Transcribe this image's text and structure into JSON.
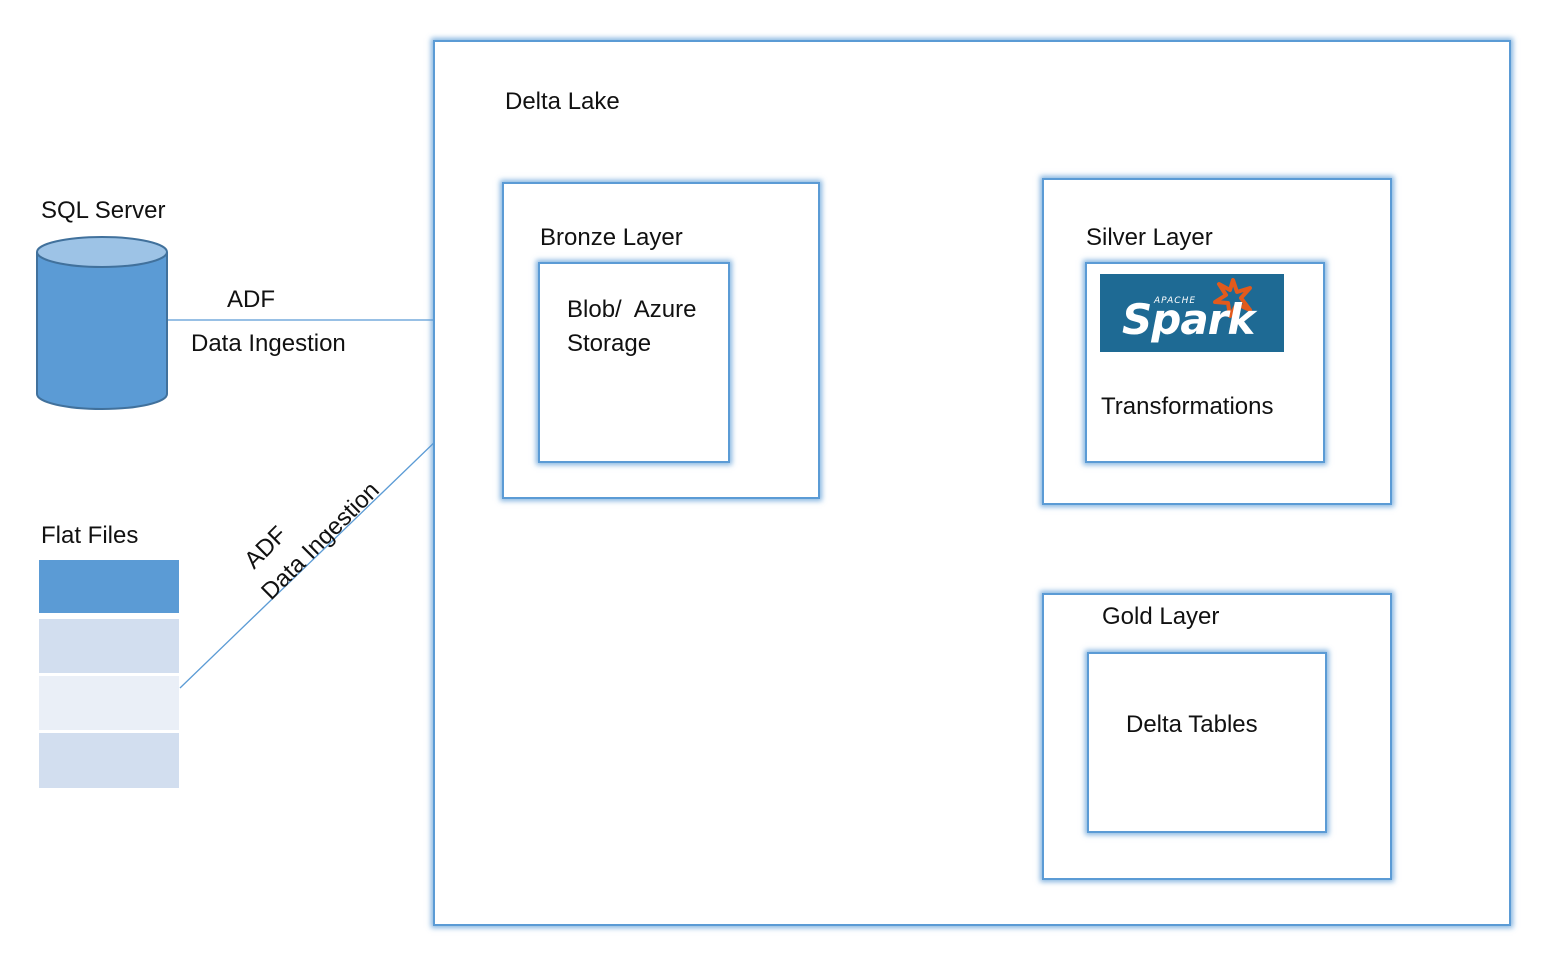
{
  "sources": {
    "sql_server": {
      "title": "SQL Server"
    },
    "flat_files": {
      "title": "Flat Files"
    }
  },
  "connectors": {
    "sql_to_bronze": {
      "tool": "ADF",
      "label": "Data Ingestion"
    },
    "files_to_bronze": {
      "tool": "ADF",
      "label": "Data Ingestion"
    }
  },
  "delta_lake": {
    "title": "Delta Lake",
    "bronze": {
      "title": "Bronze Layer",
      "content": "Blob/  Azure Storage"
    },
    "silver": {
      "title": "Silver Layer",
      "logo_text": "Spark",
      "logo_tagline": "APACHE",
      "content": "Transformations"
    },
    "gold": {
      "title": "Gold Layer",
      "content": "Delta Tables"
    }
  },
  "colors": {
    "accent": "#5b9bd5",
    "cylinder_body": "#5b9bd5",
    "cylinder_top": "#9dc3e6",
    "cylinder_edge": "#41719c",
    "spark_bg": "#1e6a94",
    "spark_star": "#e25a1c"
  }
}
